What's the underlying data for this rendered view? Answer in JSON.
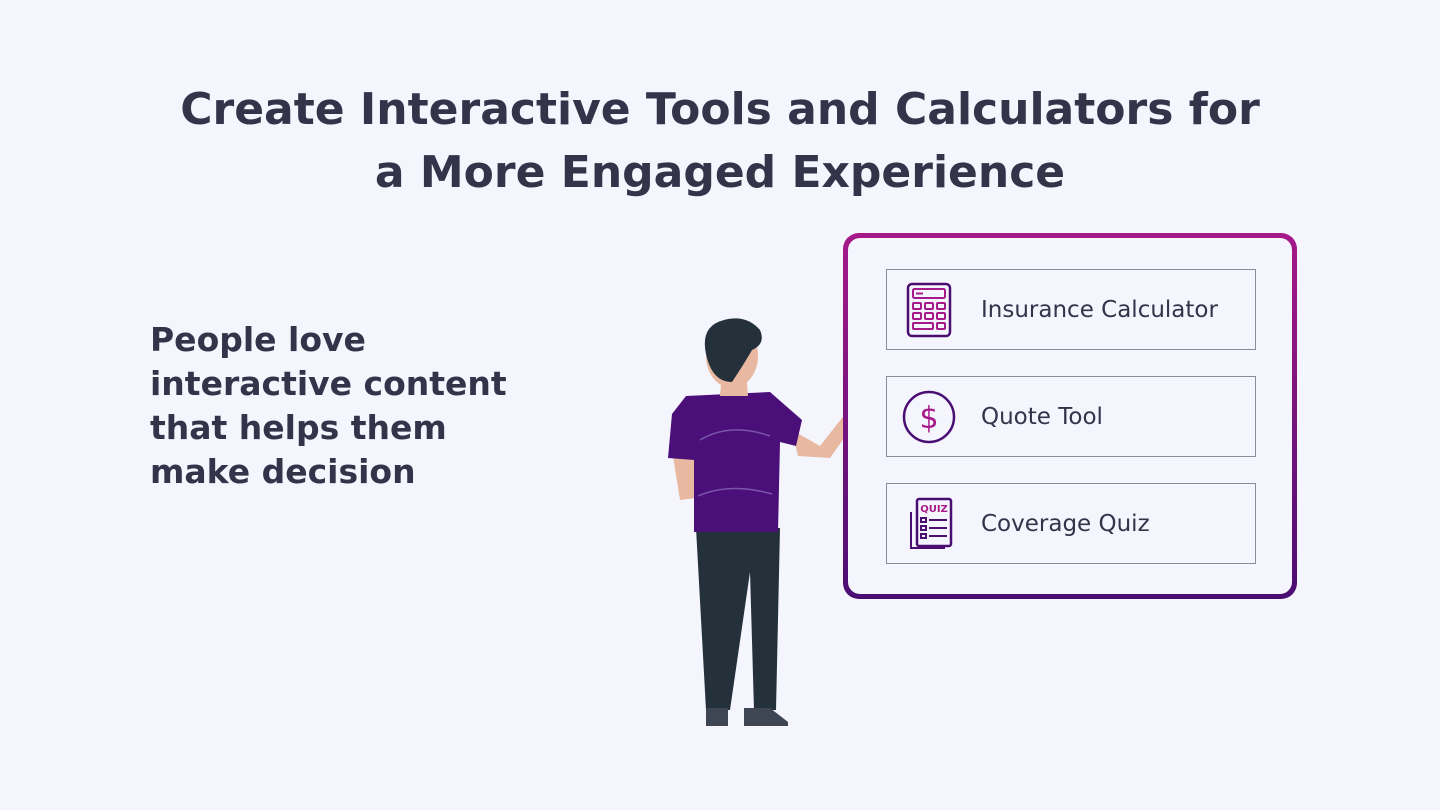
{
  "headline": {
    "line1": "Create Interactive Tools and Calculators for",
    "line2": "a More Engaged Experience"
  },
  "tagline": {
    "lines": [
      "People love",
      "interactive content",
      "that helps them",
      "make decision"
    ]
  },
  "tools": [
    {
      "label": "Insurance Calculator",
      "icon": "calculator-icon"
    },
    {
      "label": "Quote Tool",
      "icon": "dollar-icon"
    },
    {
      "label": "Coverage Quiz",
      "icon": "quiz-icon"
    }
  ],
  "quiz_icon_text": "QUIZ",
  "dollar_symbol": "$",
  "colors": {
    "background": "#f4f5fd",
    "text": "#33334a",
    "accent_magenta": "#a61989",
    "accent_purple": "#4a0e73",
    "shirt": "#4b0f7a",
    "pants": "#25313a",
    "skin": "#e8b9a0"
  }
}
